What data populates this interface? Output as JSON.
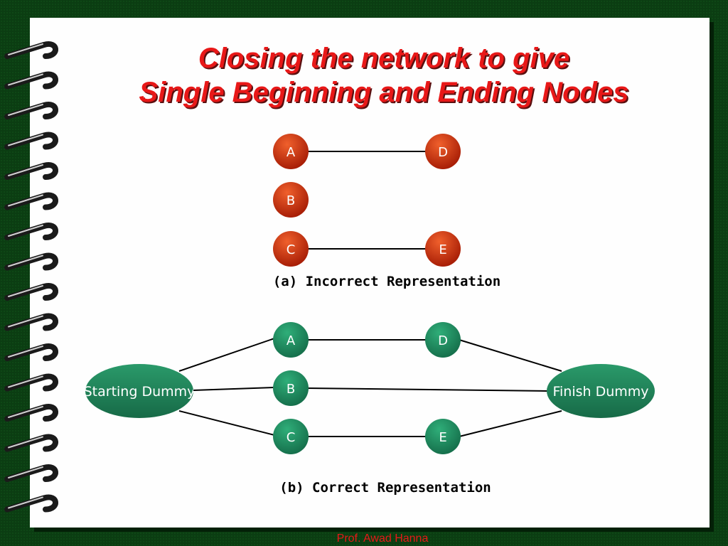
{
  "slide": {
    "title_line1": "Closing the network to give",
    "title_line2": "Single Beginning and Ending Nodes",
    "footer": "Prof. Awad Hanna"
  },
  "colors": {
    "background": "#0b3d12",
    "title": "#e81818",
    "red_node": "#c8280c",
    "green_node": "#1f8a5e",
    "ring": "#1a1a1a"
  },
  "diagram_a": {
    "caption": "(a) Incorrect Representation",
    "nodes": [
      {
        "id": "A",
        "label": "A"
      },
      {
        "id": "B",
        "label": "B"
      },
      {
        "id": "C",
        "label": "C"
      },
      {
        "id": "D",
        "label": "D"
      },
      {
        "id": "E",
        "label": "E"
      }
    ],
    "edges": [
      [
        "A",
        "D"
      ],
      [
        "C",
        "E"
      ]
    ]
  },
  "diagram_b": {
    "caption": "(b) Correct Representation",
    "nodes": [
      {
        "id": "A",
        "label": "A"
      },
      {
        "id": "B",
        "label": "B"
      },
      {
        "id": "C",
        "label": "C"
      },
      {
        "id": "D",
        "label": "D"
      },
      {
        "id": "E",
        "label": "E"
      },
      {
        "id": "start",
        "label": "Starting Dummy"
      },
      {
        "id": "finish",
        "label": "Finish Dummy"
      }
    ],
    "edges": [
      [
        "start",
        "A"
      ],
      [
        "start",
        "B"
      ],
      [
        "start",
        "C"
      ],
      [
        "A",
        "D"
      ],
      [
        "C",
        "E"
      ],
      [
        "D",
        "finish"
      ],
      [
        "B",
        "finish"
      ],
      [
        "E",
        "finish"
      ]
    ]
  }
}
